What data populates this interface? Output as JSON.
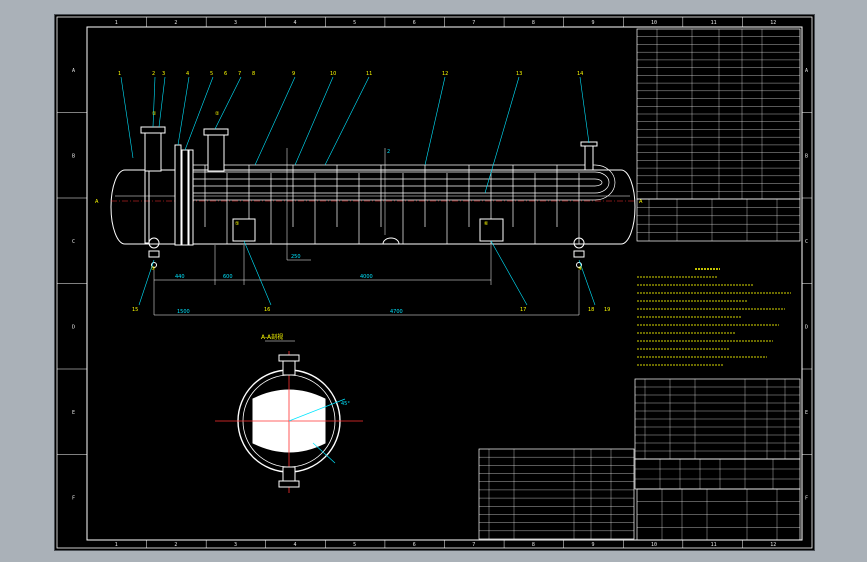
{
  "frame": {
    "column_zones": [
      "1",
      "2",
      "3",
      "4",
      "5",
      "6",
      "7",
      "8",
      "9",
      "10",
      "11",
      "12"
    ],
    "row_zones": [
      "A",
      "B",
      "C",
      "D",
      "E",
      "F"
    ]
  },
  "section": {
    "label": "A-A剖视",
    "dim_label": "45°"
  },
  "elevation": {
    "part_callouts": [
      "1",
      "2",
      "3",
      "4",
      "5",
      "6",
      "7",
      "8",
      "9",
      "10",
      "11",
      "12",
      "13",
      "14"
    ],
    "bottom_callouts": [
      "15",
      "16",
      "17",
      "18",
      "19"
    ],
    "node_labels": [
      "①",
      "②",
      "③",
      "④",
      "⑤",
      "⑥"
    ],
    "view_marker": "A",
    "dims": {
      "d440": "440",
      "d600": "600",
      "d4000": "4000",
      "d1500": "1500",
      "d4700": "4700",
      "d250": "250",
      "d2": "2"
    }
  },
  "colors": {
    "background": "#000000",
    "frame_line": "#ffffff",
    "outline": "#ffffff",
    "leader": "#00e5ff",
    "text_yellow": "#ffff00",
    "hidden_line": "#ff3030",
    "viewer_bg": "#aab1b8"
  }
}
